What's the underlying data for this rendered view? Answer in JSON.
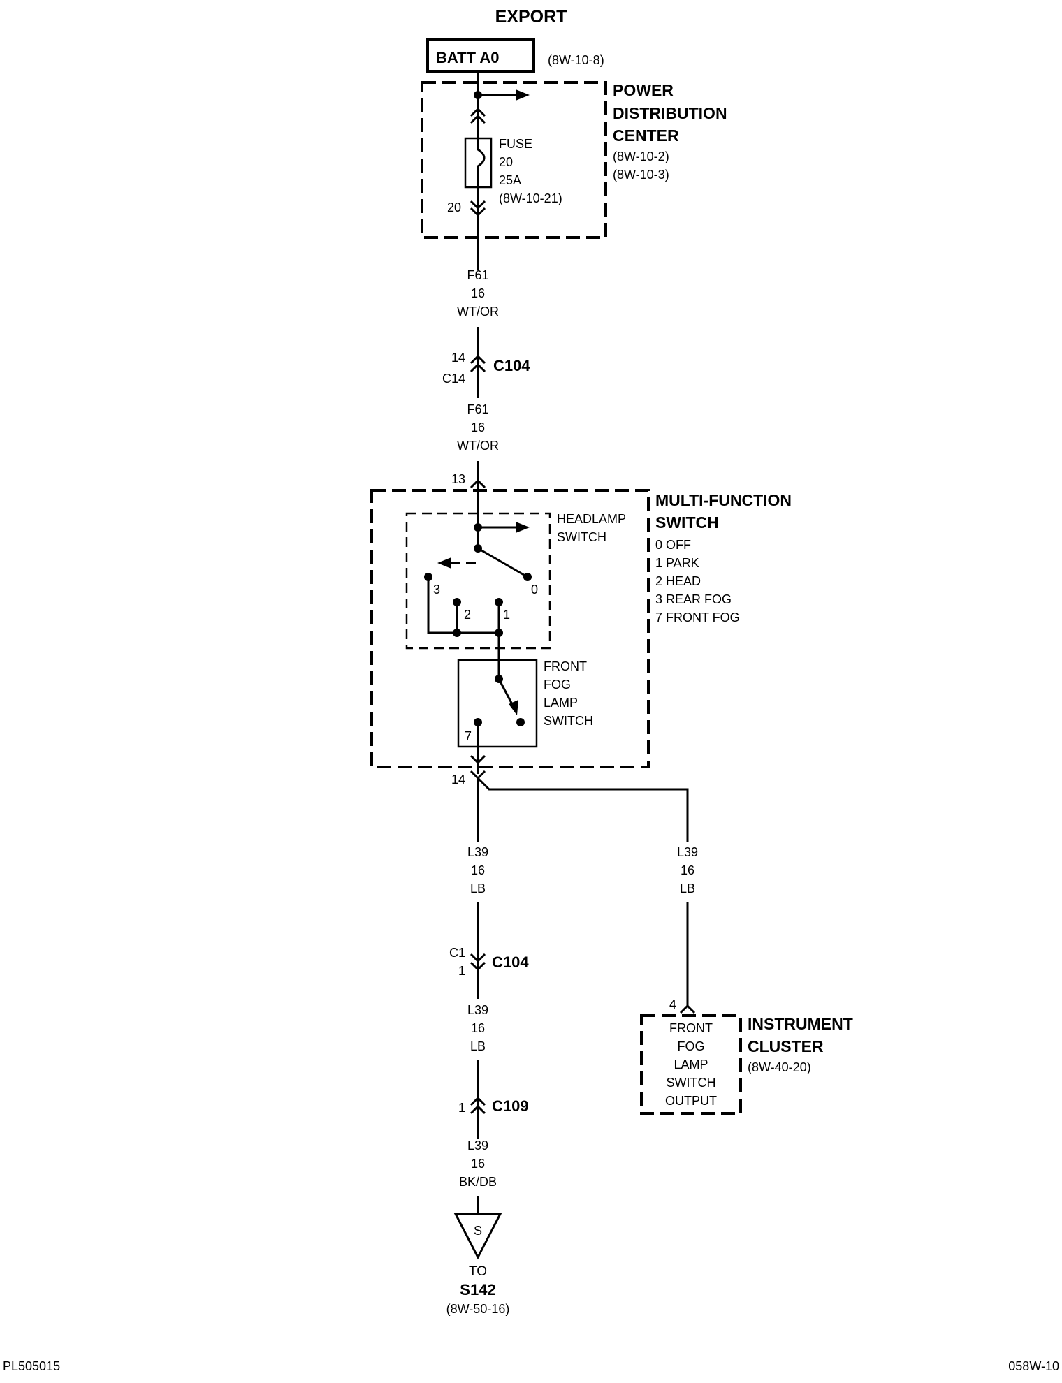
{
  "header": {
    "title": "EXPORT"
  },
  "battery": {
    "label": "BATT A0",
    "ref": "(8W-10-8)"
  },
  "pdc": {
    "title_lines": [
      "POWER",
      "DISTRIBUTION",
      "CENTER"
    ],
    "refs": [
      "(8W-10-2)",
      "(8W-10-3)"
    ],
    "fuse_lines": [
      "FUSE",
      "20",
      "25A",
      "(8W-10-21)"
    ],
    "fuse_pin": "20"
  },
  "wire_f61_upper": [
    "F61",
    "16",
    "WT/OR"
  ],
  "connector_c104_top": {
    "name": "C104",
    "pin_top": "14",
    "pin_bottom": "C14"
  },
  "wire_f61_lower": [
    "F61",
    "16",
    "WT/OR"
  ],
  "mfs": {
    "pin_in": "13",
    "title_lines": [
      "MULTI-FUNCTION",
      "SWITCH"
    ],
    "positions": [
      "0 OFF",
      "1 PARK",
      "2 HEAD",
      "3 REAR FOG",
      "7 FRONT FOG"
    ],
    "headlamp_switch": [
      "HEADLAMP",
      "SWITCH"
    ],
    "contacts": {
      "c0": "0",
      "c1": "1",
      "c2": "2",
      "c3": "3"
    },
    "fog_switch": [
      "FRONT",
      "FOG",
      "LAMP",
      "SWITCH"
    ],
    "fog_contact": "7",
    "pin_out": "14"
  },
  "wire_l39_left": [
    "L39",
    "16",
    "LB"
  ],
  "wire_l39_right": [
    "L39",
    "16",
    "LB"
  ],
  "connector_c104_bottom": {
    "name": "C104",
    "pin_top": "C1",
    "pin_bottom": "1"
  },
  "wire_l39_mid": [
    "L39",
    "16",
    "LB"
  ],
  "connector_c109": {
    "name": "C109",
    "pin": "1"
  },
  "wire_l39_bottom": [
    "L39",
    "16",
    "BK/DB"
  ],
  "splice": {
    "symbol": "S",
    "to": "TO",
    "name": "S142",
    "ref": "(8W-50-16)"
  },
  "instrument_cluster": {
    "pin": "4",
    "inner_lines": [
      "FRONT",
      "FOG",
      "LAMP",
      "SWITCH",
      "OUTPUT"
    ],
    "title_lines": [
      "INSTRUMENT",
      "CLUSTER"
    ],
    "ref": "(8W-40-20)"
  },
  "footer": {
    "left": "PL505015",
    "right": "058W-10"
  }
}
